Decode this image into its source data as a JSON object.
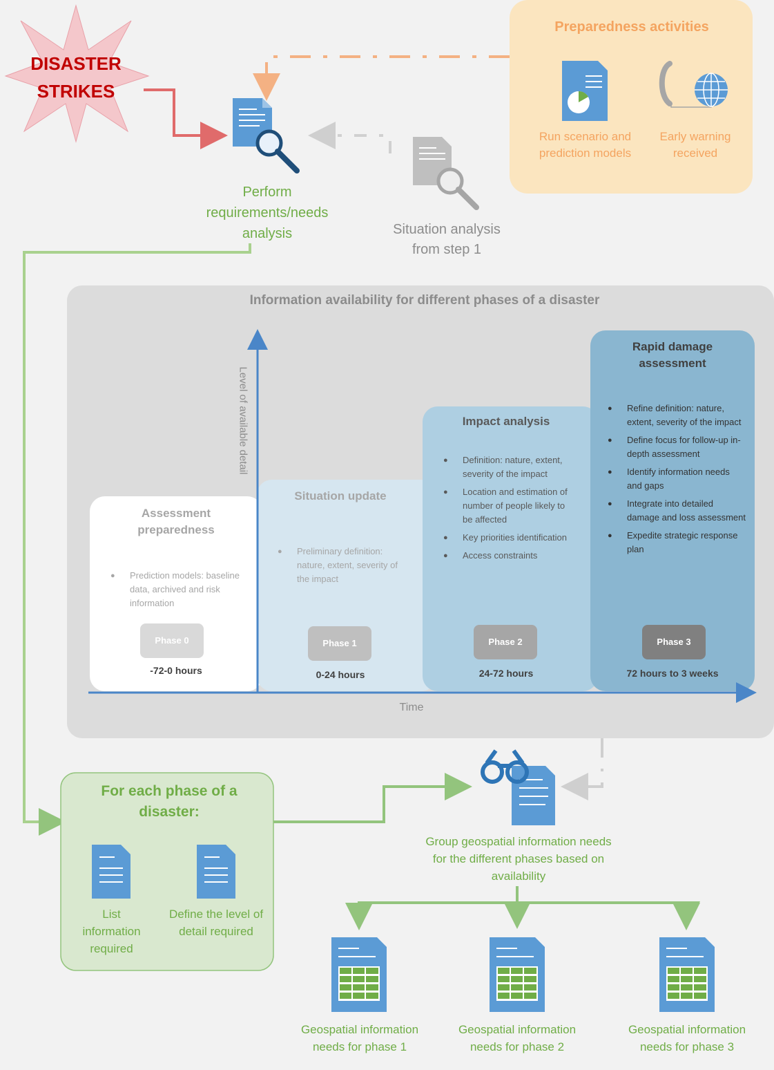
{
  "disaster": {
    "line1": "DISASTER",
    "line2": "STRIKES"
  },
  "prep": {
    "title": "Preparedness activities",
    "scenario": "Run scenario and prediction models",
    "warning": "Early warning received"
  },
  "needs_analysis": "Perform requirements/needs analysis",
  "situation_analysis": "Situation analysis from step 1",
  "chart": {
    "title": "Information availability for different phases of a disaster",
    "y_label": "Level of available detail",
    "x_label": "Time",
    "phases": [
      {
        "title": "Assessment preparedness",
        "bullets": [
          "Prediction models: baseline data, archived and risk information"
        ],
        "button": "Phase 0",
        "hours": "-72-0 hours"
      },
      {
        "title": "Situation update",
        "bullets": [
          "Preliminary definition: nature, extent, severity of the impact"
        ],
        "button": "Phase 1",
        "hours": "0-24 hours"
      },
      {
        "title": "Impact analysis",
        "bullets": [
          "Definition: nature, extent, severity of the impact",
          "Location and estimation of number of people likely to be affected",
          "Key priorities identification",
          "Access constraints"
        ],
        "button": "Phase 2",
        "hours": "24-72 hours"
      },
      {
        "title": "Rapid damage assessment",
        "bullets": [
          "Refine definition: nature, extent, severity of the impact",
          "Define focus for follow-up in-depth assessment",
          "Identify information needs and gaps",
          "Integrate into detailed damage and loss assessment",
          "Expedite strategic response plan"
        ],
        "button": "Phase 3",
        "hours": "72 hours to 3 weeks"
      }
    ]
  },
  "each_phase": {
    "title": "For each phase of a disaster:",
    "list": "List information required",
    "define": "Define the level of detail required"
  },
  "group": "Group geospatial information needs for the different phases based on availability",
  "outputs": [
    "Geospatial information needs for phase 1",
    "Geospatial information needs for phase 2",
    "Geospatial information needs for phase 3"
  ],
  "colors": {
    "phase0": "#ffffff",
    "phase1": "#d6e6f0",
    "phase2": "#aecfe2",
    "phase3": "#8ab6d0",
    "accent_blue": "#4a86c8",
    "doc_blue": "#5b9bd5",
    "green": "#70ad47",
    "orange": "#f4a460",
    "red": "#c00000"
  }
}
